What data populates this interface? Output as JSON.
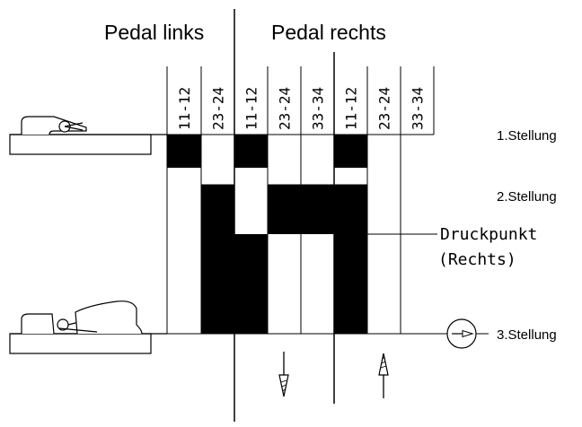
{
  "headers": {
    "left": "Pedal links",
    "right": "Pedal rechts"
  },
  "columns": [
    "11-12",
    "23-24",
    "11-12",
    "23-24",
    "33-34",
    "11-12",
    "23-24",
    "33-34"
  ],
  "positions": [
    "1.Stellung",
    "2.Stellung",
    "3.Stellung"
  ],
  "pressure_point": {
    "line1": "Druckpunkt",
    "line2": "(Rechts)"
  },
  "contact_timing": [
    {
      "contact": "11-12",
      "pedal": "links",
      "closed": [
        [
          0,
          1.0
        ]
      ]
    },
    {
      "contact": "23-24",
      "pedal": "links",
      "closed": [
        [
          1.5,
          6.0
        ]
      ]
    },
    {
      "contact": "11-12",
      "pedal": "rechts",
      "closed": [
        [
          0,
          1.0
        ],
        [
          3.0,
          6.0
        ]
      ]
    },
    {
      "contact": "23-24",
      "pedal": "rechts",
      "closed": [
        [
          1.5,
          3.0
        ]
      ]
    },
    {
      "contact": "33-34",
      "pedal": "rechts",
      "closed": [
        [
          1.5,
          3.0
        ]
      ]
    },
    {
      "contact": "11-12",
      "pedal": "rechts",
      "closed": [
        [
          0,
          1.0
        ],
        [
          1.5,
          6.0
        ]
      ]
    },
    {
      "contact": "23-24",
      "pedal": "rechts",
      "closed": []
    },
    {
      "contact": "33-34",
      "pedal": "rechts",
      "closed": []
    }
  ]
}
